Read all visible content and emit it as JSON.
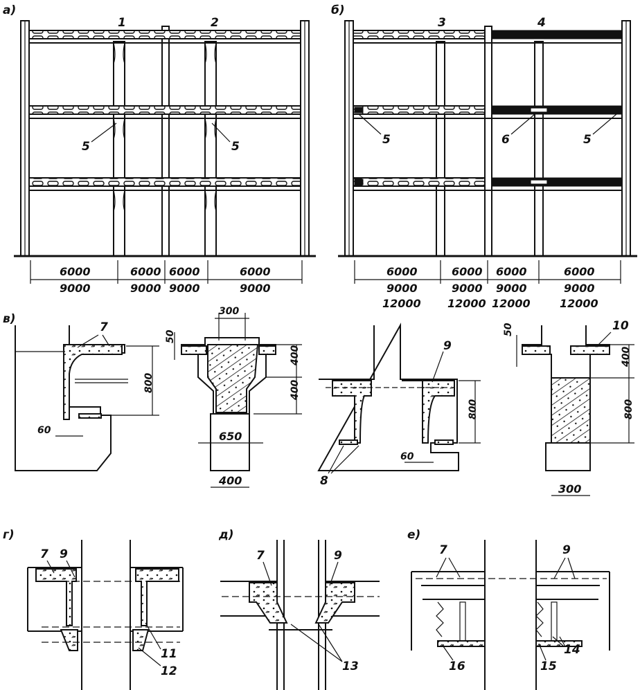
{
  "panel_labels": {
    "a": "а)",
    "b": "б)",
    "v": "в)",
    "g": "г)",
    "d": "д)",
    "e": "е)"
  },
  "frame_a": {
    "bay_numbers": [
      "1",
      "2"
    ],
    "callouts": [
      "5",
      "5"
    ],
    "spans": [
      {
        "top": "6000",
        "bottom": "9000"
      },
      {
        "top": "6000",
        "bottom": "9000"
      },
      {
        "top": "6000",
        "bottom": "9000"
      },
      {
        "top": "6000",
        "bottom": "9000"
      }
    ]
  },
  "frame_b": {
    "bay_numbers": [
      "3",
      "4"
    ],
    "callouts": [
      "5",
      "6",
      "5"
    ],
    "spans": [
      {
        "top": "6000",
        "mid": "9000",
        "bottom": "12000"
      },
      {
        "top": "6000",
        "mid": "9000",
        "bottom": "12000"
      },
      {
        "top": "6000",
        "mid": "9000",
        "bottom": "12000"
      },
      {
        "top": "6000",
        "mid": "9000",
        "bottom": "12000"
      }
    ]
  },
  "details_v": {
    "callouts": [
      "7",
      "9",
      "10",
      "8"
    ],
    "dimensions": [
      "800",
      "60",
      "300",
      "50",
      "400",
      "400",
      "650",
      "400",
      "800",
      "60",
      "50",
      "400",
      "800",
      "300"
    ]
  },
  "details_bottom": {
    "g_callouts": [
      "7",
      "9",
      "11",
      "12"
    ],
    "d_callouts": [
      "7",
      "9",
      "13"
    ],
    "e_callouts": [
      "7",
      "9",
      "16",
      "15",
      "14"
    ]
  }
}
